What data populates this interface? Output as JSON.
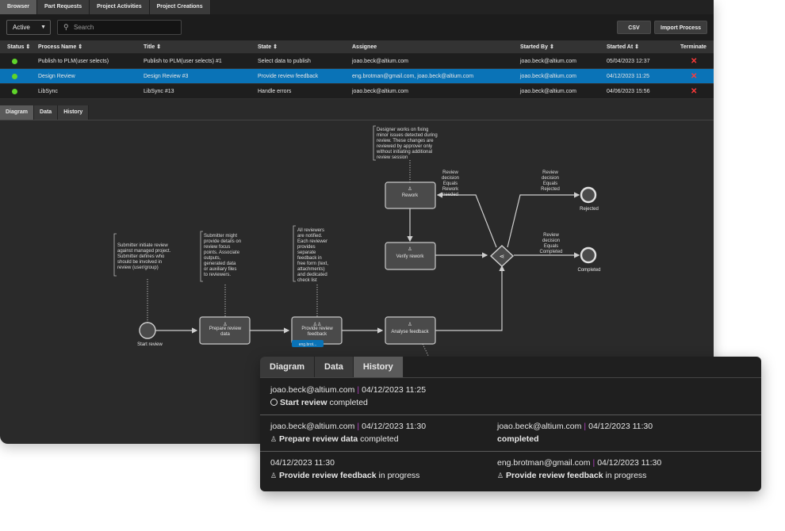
{
  "top_tabs": [
    "Browser",
    "Part Requests",
    "Project Activities",
    "Project Creations"
  ],
  "toolbar": {
    "status_filter": "Active",
    "search_placeholder": "Search",
    "csv_label": "CSV",
    "import_label": "Import Process"
  },
  "table": {
    "headers": {
      "status": "Status",
      "process_name": "Process Name",
      "title": "Title",
      "state": "State",
      "assignee": "Assignee",
      "started_by": "Started By",
      "started_at": "Started At",
      "terminate": "Terminate"
    },
    "rows": [
      {
        "process_name": "Publish to PLM(user selects)",
        "title": "Publish to PLM(user selects) #1",
        "state": "Select data to publish",
        "assignee": "joao.beck@altium.com",
        "started_by": "joao.beck@altium.com",
        "started_at": "05/04/2023 12:37"
      },
      {
        "process_name": "Design Review",
        "title": "Design Review #3",
        "state": "Provide review feedback",
        "assignee": "eng.brotman@gmail.com, joao.beck@altium.com",
        "started_by": "joao.beck@altium.com",
        "started_at": "04/12/2023 11:25"
      },
      {
        "process_name": "LibSync",
        "title": "LibSync #13",
        "state": "Handle errors",
        "assignee": "joao.beck@altium.com",
        "started_by": "joao.beck@altium.com",
        "started_at": "04/06/2023 15:56"
      }
    ],
    "terminate_glyph": "✕",
    "status_color": "#5fd42a",
    "selected_color": "#0a73b7"
  },
  "sub_tabs": [
    "Diagram",
    "Data",
    "History"
  ],
  "diagram": {
    "nodes": {
      "start": "Start review",
      "prepare_1": "Prepare review",
      "prepare_2": "data",
      "provide_1": "Provide review",
      "provide_2": "feedback",
      "provide_badge": "eng.brot...",
      "analyse": "Analyse feedback",
      "rework": "Rework",
      "verify": "Verify rework",
      "rejected": "Rejected",
      "completed": "Completed"
    },
    "notes": {
      "submitter": [
        "Submitter initiate review",
        "against managed project.",
        "Submitter defines who",
        "should be involved in",
        "review (user/group)"
      ],
      "details": [
        "Submitter might",
        "provide details on",
        "review focus",
        "points. Associate",
        "outputs,",
        "generated data",
        "or auxiliary files",
        "to reviewers."
      ],
      "reviewers": [
        "All reviewers",
        "are notified.",
        "Each reviewer",
        "provides",
        "separate",
        "feedback in",
        "free form (text,",
        "attachments)",
        "and dedicated",
        "check list"
      ],
      "designer": [
        "Designer works on fixing",
        "minor issues detected during",
        "review. These changes are",
        "reviewed by approver only",
        "without initiating additional",
        "review session"
      ],
      "rework_cond": [
        "Review",
        "decision",
        "Equals",
        "Rework",
        "needed"
      ],
      "rejected_cond": [
        "Review",
        "decision",
        "Equals",
        "Rejected"
      ],
      "completed_cond": [
        "Review",
        "decision",
        "Equals",
        "Completed"
      ]
    }
  },
  "history_panel": {
    "tabs": [
      "Diagram",
      "Data",
      "History"
    ],
    "entries": [
      {
        "user": "joao.beck@altium.com",
        "time": "04/12/2023 11:25",
        "step": "Start review",
        "status": "completed"
      },
      {
        "user": "joao.beck@altium.com",
        "time": "04/12/2023 11:30",
        "step": "Prepare review data",
        "status": "completed"
      },
      {
        "user": "joao.beck@altium.com",
        "time": "04/12/2023 11:30",
        "step": "",
        "status": "completed"
      },
      {
        "user": "",
        "time": "04/12/2023 11:30",
        "step": "Provide review feedback",
        "status": "in progress"
      },
      {
        "user": "eng.brotman@gmail.com",
        "time": "04/12/2023 11:30",
        "step": "Provide review feedback",
        "status": "in progress"
      }
    ]
  }
}
